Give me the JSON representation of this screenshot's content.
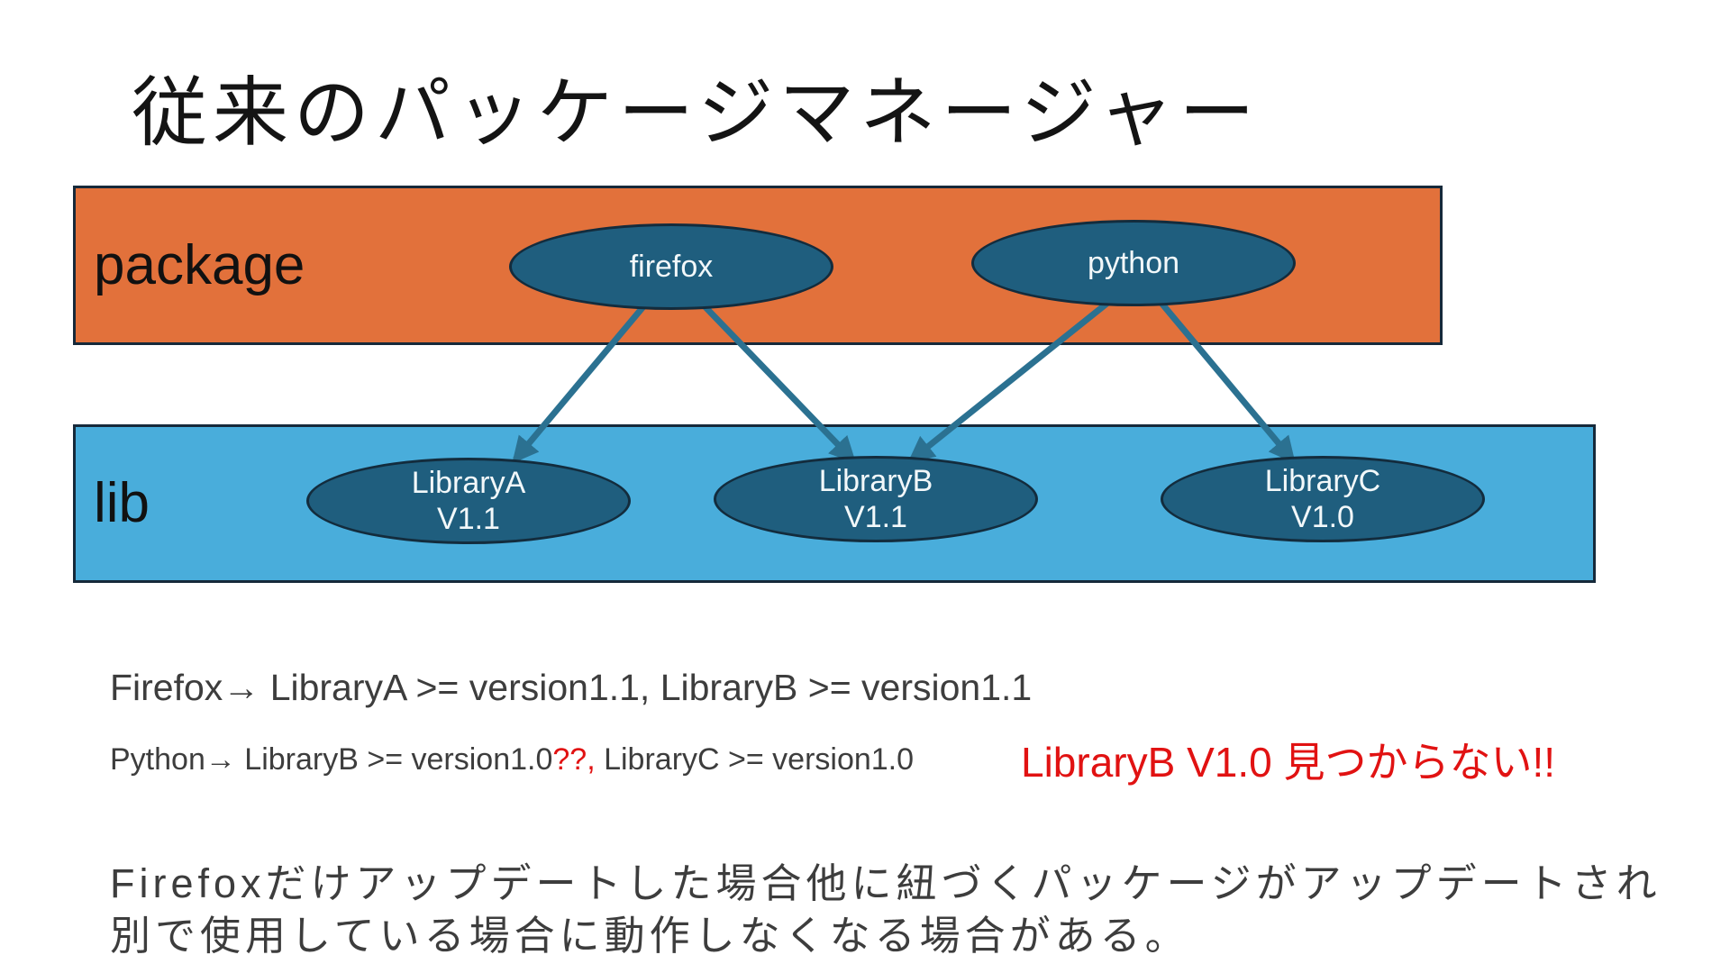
{
  "slide": {
    "title": "従来のパッケージマネージャー",
    "package_layer": {
      "label": "package",
      "nodes": [
        {
          "name": "firefox"
        },
        {
          "name": "python"
        }
      ]
    },
    "lib_layer": {
      "label": "lib",
      "nodes": [
        {
          "name": "LibraryA",
          "version": "V1.1"
        },
        {
          "name": "LibraryB",
          "version": "V1.1"
        },
        {
          "name": "LibraryC",
          "version": "V1.0"
        }
      ]
    },
    "dependencies": [
      {
        "from": "firefox",
        "to": "LibraryA"
      },
      {
        "from": "firefox",
        "to": "LibraryB"
      },
      {
        "from": "python",
        "to": "LibraryB"
      },
      {
        "from": "python",
        "to": "LibraryC"
      }
    ],
    "notes": {
      "firefox_requirements": "Firefox→ LibraryA >= version1.1, LibraryB >= version1.1",
      "python_requirements_prefix": "Python→ LibraryB >= version1.0",
      "python_requirements_red": "??,",
      "python_requirements_suffix": " LibraryC >= version1.0",
      "alert": "LibraryB V1.0 見つからない!!",
      "paragraph_line1": "Firefoxだけアップデートした場合他に紐づくパッケージがアップデートされ",
      "paragraph_line2": "別で使用している場合に動作しなくなる場合がある。"
    },
    "colors": {
      "package_box": "#E2713B",
      "lib_box": "#49ADDB",
      "node_fill": "#1F5E7E",
      "node_border": "#132C3D",
      "arrow": "#2B7191",
      "alert_red": "#E11212",
      "text_dark": "#3D3D3D"
    }
  }
}
